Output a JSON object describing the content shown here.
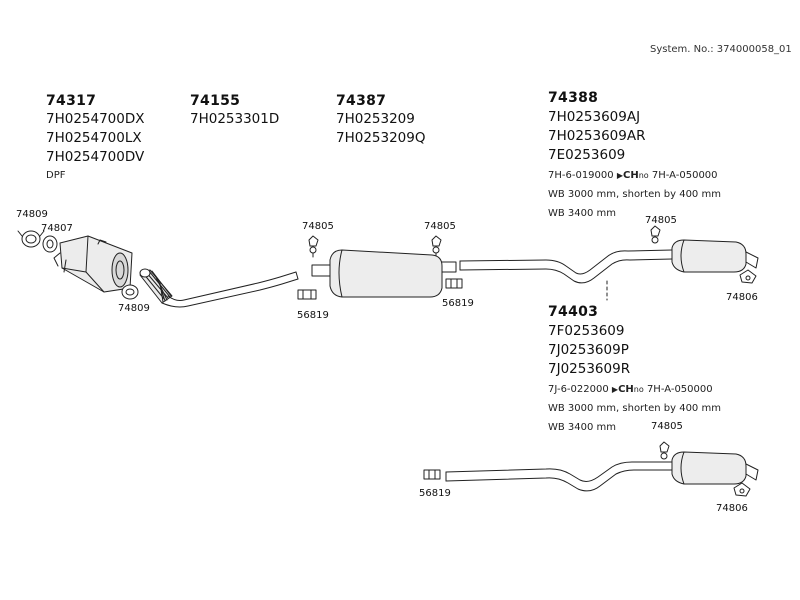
{
  "system_number": "System. No.: 374000058_01",
  "groups": {
    "g74317": {
      "number": "74317",
      "lines": [
        "7H0254700DX",
        "7H0254700LX",
        "7H0254700DV"
      ],
      "note": "DPF"
    },
    "g74155": {
      "number": "74155",
      "lines": [
        "7H0253301D"
      ]
    },
    "g74387": {
      "number": "74387",
      "lines": [
        "7H0253209",
        "7H0253209Q"
      ]
    },
    "g74388": {
      "number": "74388",
      "lines": [
        "7H0253609AJ",
        "7H0253609AR",
        "7E0253609"
      ],
      "chassis": {
        "from": "7H-6-019000",
        "marker": "CH",
        "suffix": "no",
        "to": "7H-A-050000"
      },
      "notes": [
        "WB 3000 mm, shorten by 400 mm",
        "WB 3400 mm"
      ]
    },
    "g74403": {
      "number": "74403",
      "lines": [
        "7F0253609",
        "7J0253609P",
        "7J0253609R"
      ],
      "chassis": {
        "from": "7J-6-022000",
        "marker": "CH",
        "suffix": "no",
        "to": "7H-A-050000"
      },
      "notes": [
        "WB 3000 mm, shorten by 400 mm",
        "WB 3400 mm"
      ]
    }
  },
  "callouts": {
    "c74809_top": "74809",
    "c74807": "74807",
    "c74809_bottom": "74809",
    "c74805_a": "74805",
    "c56819_a": "56819",
    "c74805_b": "74805",
    "c56819_b": "56819",
    "c74805_c": "74805",
    "c74806_a": "74806",
    "c74805_d": "74805",
    "c56819_c": "56819",
    "c74806_b": "74806"
  }
}
